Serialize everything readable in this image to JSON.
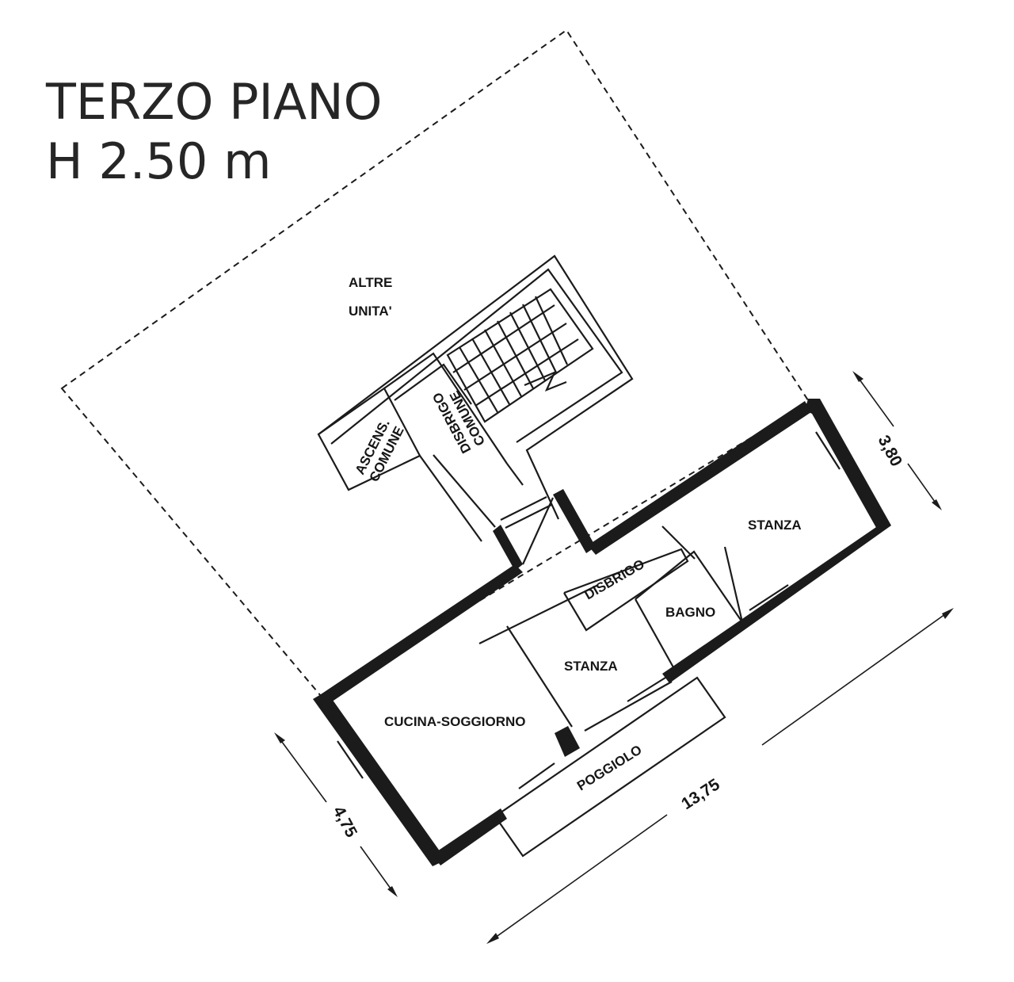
{
  "title": {
    "floor": "TERZO PIANO",
    "height": "H 2.50 m"
  },
  "rooms": {
    "other_units": [
      "ALTRE",
      "UNITA'"
    ],
    "lift": [
      "ASCENS.",
      "COMUNE"
    ],
    "common_hall": [
      "DISBRIGO",
      "COMUNE"
    ],
    "bedroom_right": "STANZA",
    "hallway": "DISBRIGO",
    "bathroom": "BAGNO",
    "bedroom_center": "STANZA",
    "kitchen_living": "CUCINA-SOGGIORNO",
    "balcony": "POGGIOLO"
  },
  "dimensions": {
    "depth_right": "3,80",
    "depth_left": "4,75",
    "length": "13,75"
  }
}
